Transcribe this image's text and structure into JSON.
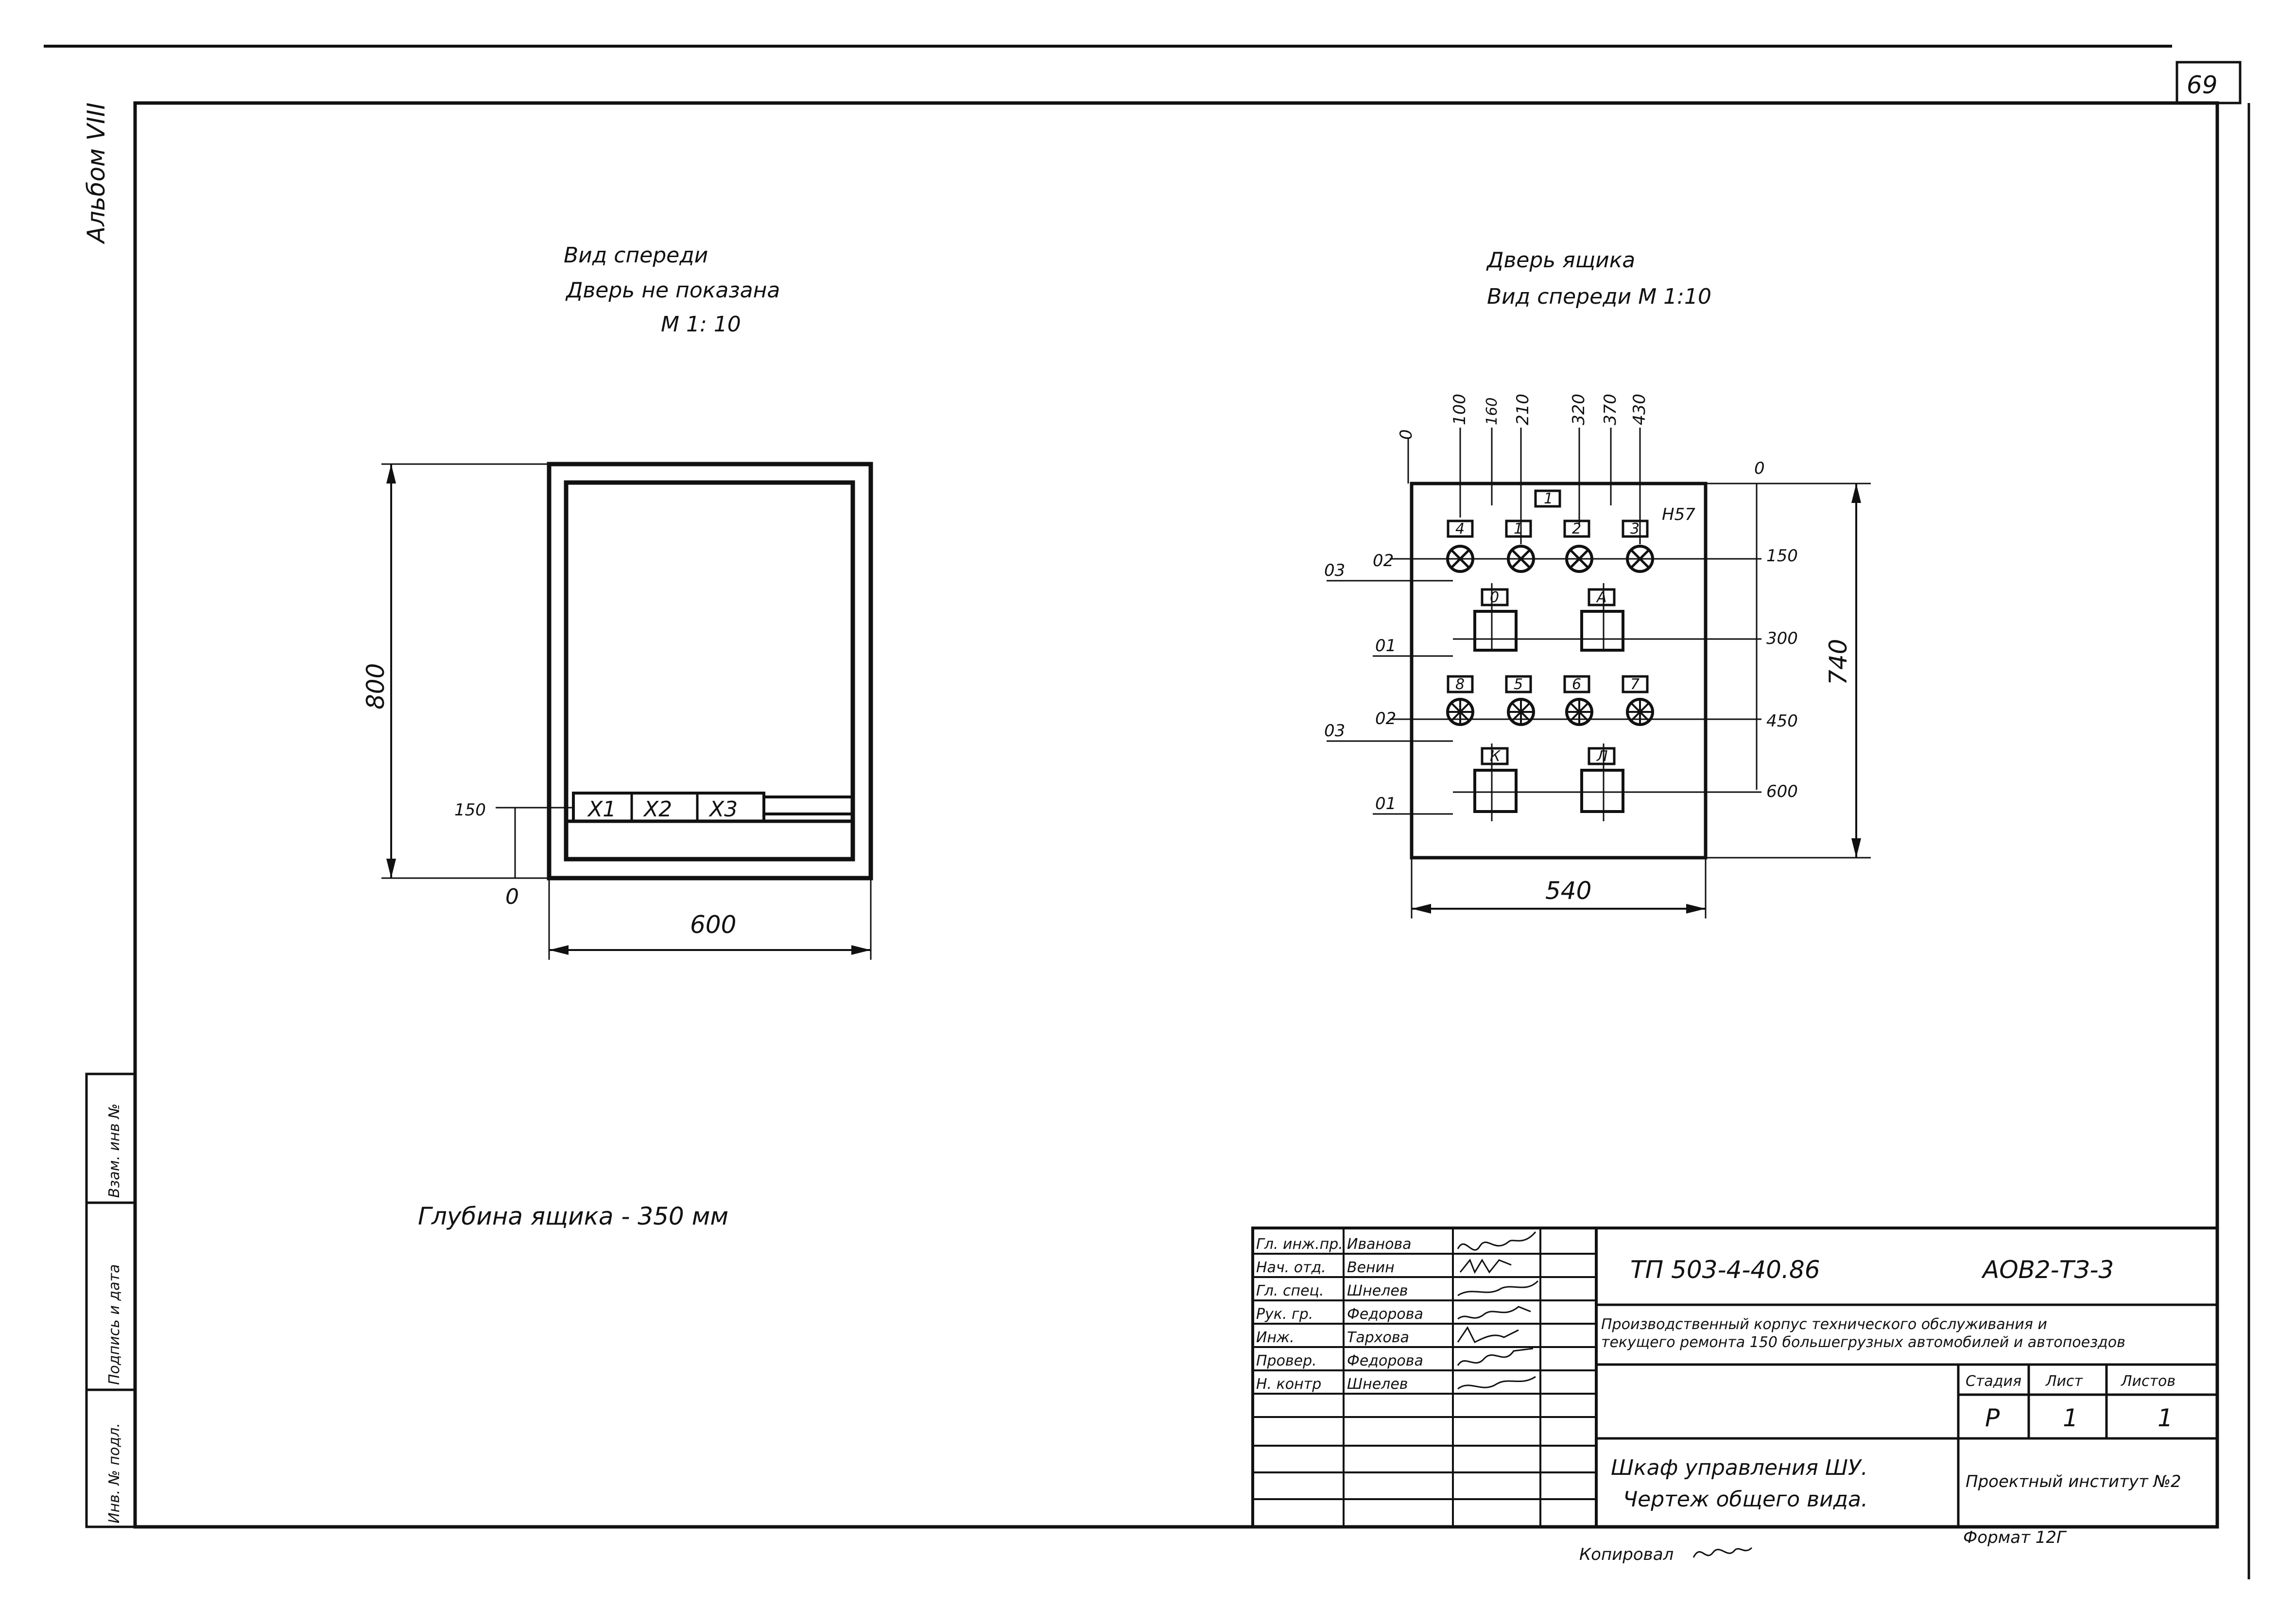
{
  "page": {
    "sheet_number": "69",
    "album_label": "Альбом VIII"
  },
  "left_view": {
    "title_line1": "Вид спереди",
    "title_line2": "Дверь не показана",
    "scale": "М 1: 10",
    "height_label": "800",
    "width_label": "600",
    "level_label": "150",
    "zero_label": "0",
    "terminals": [
      "X1",
      "X2",
      "X3"
    ]
  },
  "right_view": {
    "title_line1": "Дверь ящика",
    "title_line2": "Вид спереди М 1:10",
    "top_dims": [
      "0",
      "100",
      "160",
      "210",
      "320",
      "370",
      "430"
    ],
    "side_dims": [
      "0",
      "150",
      "300",
      "450",
      "600"
    ],
    "height_label": "740",
    "width_label": "540",
    "device_label": "Н57",
    "row_labels": {
      "r1a": "03",
      "r1b": "02",
      "r2": "01",
      "r3a": "03",
      "r3b": "02",
      "r4": "01"
    },
    "tags": {
      "top": "1",
      "row1": [
        "4",
        "1",
        "2",
        "3"
      ],
      "row2": [
        "0",
        "А"
      ],
      "row3": [
        "8",
        "5",
        "6",
        "7"
      ],
      "row4": [
        "К",
        "Л"
      ]
    }
  },
  "depth_note": "Глубина ящика - 350 мм",
  "side_stamp": [
    "Инв. № подл.",
    "Подпись и дата",
    "Взам. инв №"
  ],
  "title_block": {
    "roles": [
      "Гл. инж.пр.",
      "Нач. отд.",
      "Гл. спец.",
      "Рук. гр.",
      "Инж.",
      "Провер.",
      "Н. контр"
    ],
    "names": [
      "Иванова",
      "Венин",
      "Шнелев",
      "Федорова",
      "Тархова",
      "Федорова",
      "Шнелев"
    ],
    "doc_code": "ТП 503-4-40.86",
    "sheet_code": "АОВ2-ТЗ-3",
    "project_line1": "Производственный корпус технического обслуживания и",
    "project_line2": "текущего ремонта 150 большегрузных автомобилей и автопоездов",
    "stage_header": "Стадия",
    "sheet_header": "Лист",
    "sheets_header": "Листов",
    "stage_value": "Р",
    "sheet_value": "1",
    "sheets_value": "1",
    "drawing_title_line1": "Шкаф управления ШУ.",
    "drawing_title_line2": "Чертеж общего вида.",
    "institute": "Проектный институт №2"
  },
  "footer": {
    "copied": "Копировал",
    "format": "Формат 12Г"
  }
}
